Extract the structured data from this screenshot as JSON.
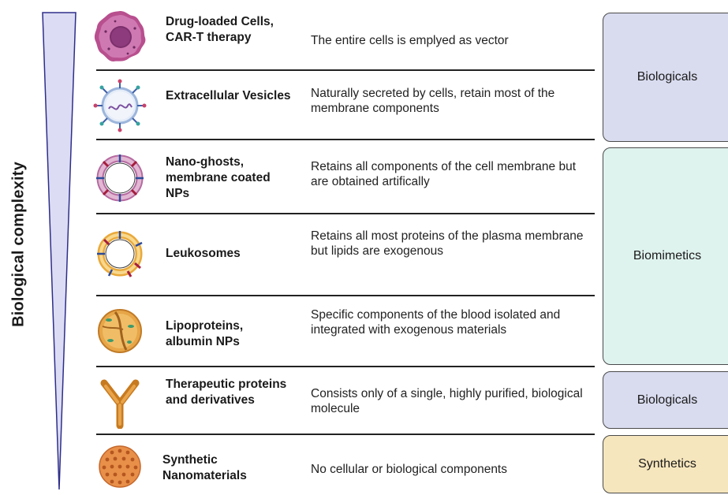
{
  "axis_label": "Biological complexity",
  "rows": [
    {
      "name": "Drug-loaded Cells, CAR-T therapy",
      "description": "The entire cells is emplyed as vector",
      "icon": "cell-icon"
    },
    {
      "name": "Extracellular Vesicles",
      "description": "Naturally secreted by cells, retain most of the membrane components",
      "icon": "vesicle-icon"
    },
    {
      "name": "Nano-ghosts, membrane coated NPs",
      "description": "Retains all components of the cell membrane but are obtained artifically",
      "icon": "nano-ghost-icon"
    },
    {
      "name": "Leukosomes",
      "description": "Retains all most proteins of the plasma membrane but lipids are exogenous",
      "icon": "leukosome-icon"
    },
    {
      "name": "Lipoproteins, albumin NPs",
      "description": "Specific components of the blood isolated and integrated with exogenous materials",
      "icon": "lipoprotein-icon"
    },
    {
      "name": "Therapeutic proteins and derivatives",
      "description": "Consists only of a single, highly purified, biological molecule",
      "icon": "antibody-icon"
    },
    {
      "name": "Synthetic Nanomaterials",
      "description": "No cellular or biological components",
      "icon": "nanoparticle-icon"
    }
  ],
  "categories": [
    {
      "label": "Biologicals",
      "color": "#d9dcef"
    },
    {
      "label": "Biomimetics",
      "color": "#dff3ee"
    },
    {
      "label": "Biologicals",
      "color": "#d9dcef"
    },
    {
      "label": "Synthetics",
      "color": "#f6e6bd"
    }
  ],
  "colors": {
    "wedge_fill": "#dcdcf4",
    "wedge_stroke": "#2e2e8a"
  }
}
